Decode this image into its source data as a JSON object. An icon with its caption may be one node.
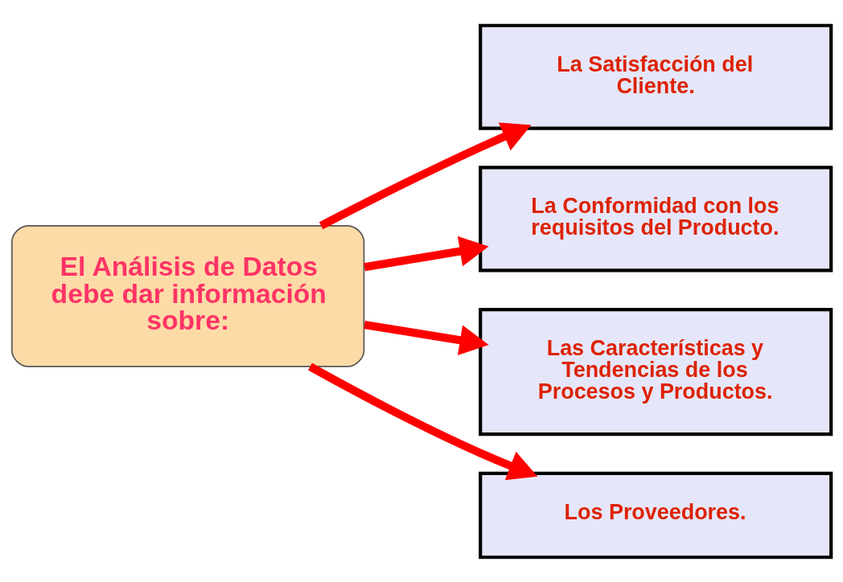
{
  "diagram": {
    "nodes": [
      {
        "text": [
          "El Análisis de Datos debe dar información sobre:"
        ]
      },
      {
        "text": [
          "La Satisfacción del Cliente."
        ]
      },
      {
        "text": [
          "La Conformidad con los requisitos del Producto."
        ]
      },
      {
        "text": [
          "Las Características y Tendencias de los Procesos y Productos."
        ]
      },
      {
        "text": [
          "Los Proveedores."
        ]
      }
    ],
    "edges": [
      {
        "from": 0,
        "to": 1,
        "arrow": "to"
      },
      {
        "from": 0,
        "to": 2,
        "arrow": "to"
      },
      {
        "from": 0,
        "to": 3,
        "arrow": "to"
      },
      {
        "from": 0,
        "to": 4,
        "arrow": "to"
      }
    ]
  }
}
